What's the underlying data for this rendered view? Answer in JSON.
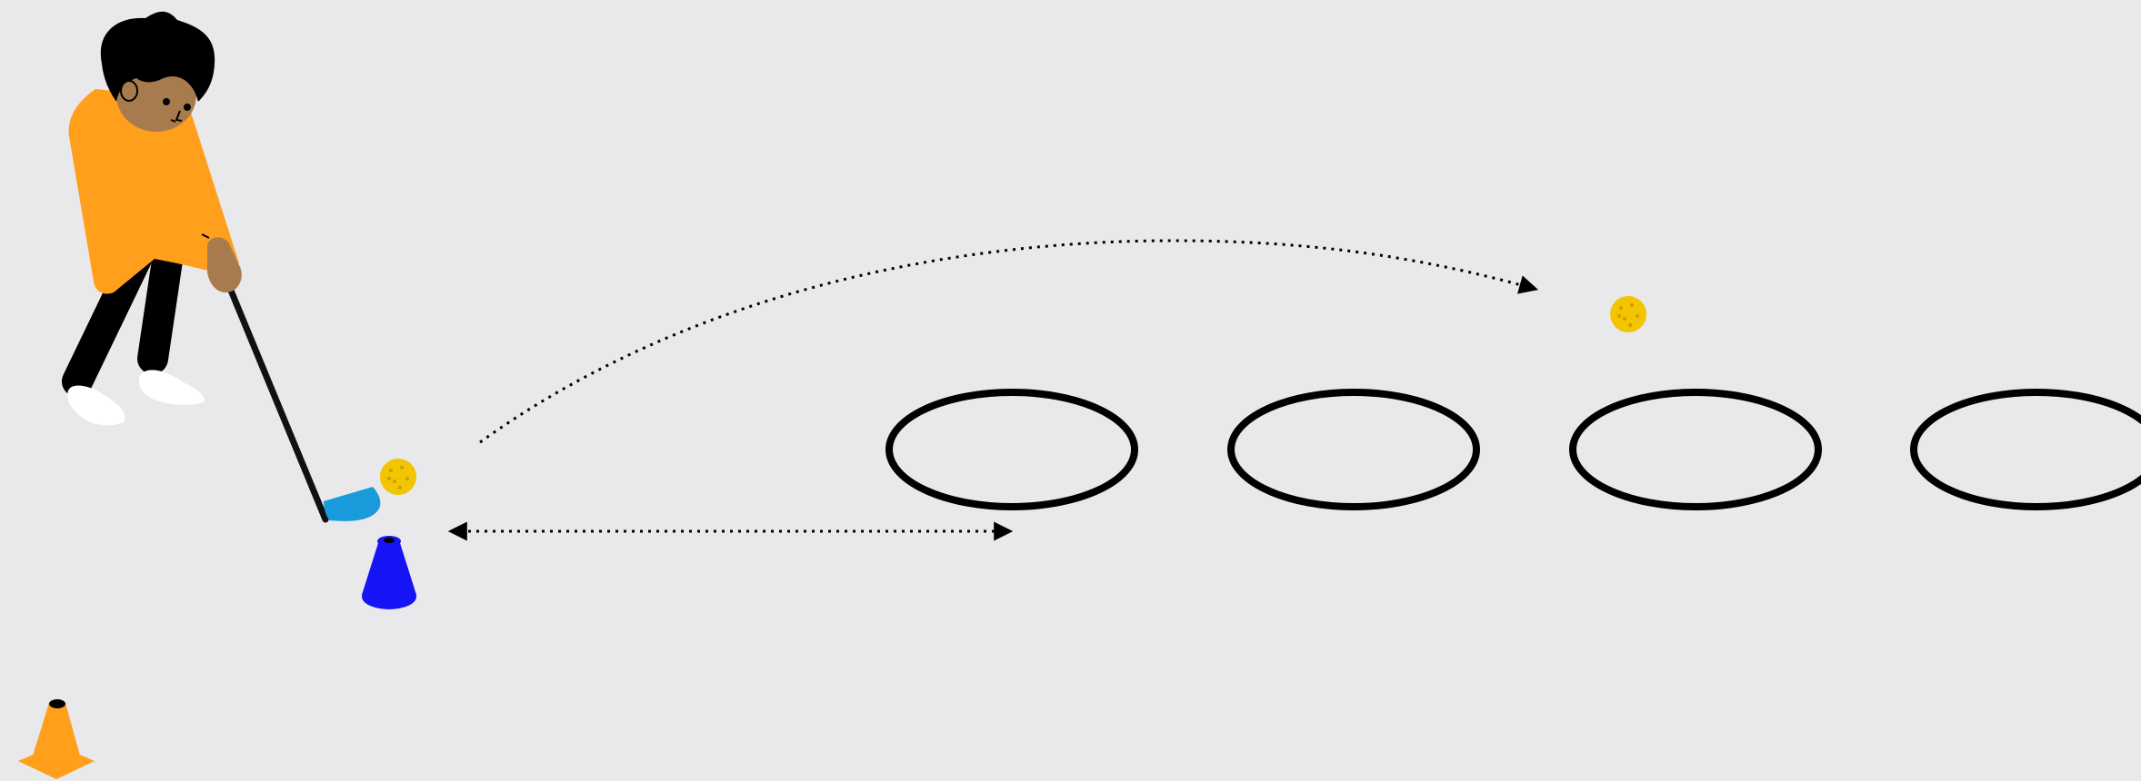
{
  "scene": {
    "background": "#e9e9eb",
    "colors": {
      "shirt": "#ff9f1c",
      "skin": "#a87b4f",
      "hair": "#000000",
      "pants": "#000000",
      "shoes": "#ffffff",
      "club_shaft": "#111111",
      "club_head": "#1a9bdc",
      "ball": "#f3c400",
      "ball_dimple": "#d49a00",
      "target_cone": "#1414f5",
      "marker_cone": "#ff9f1c",
      "hoop": "#000000",
      "arrow": "#000000"
    },
    "elements": {
      "player": "golfer-figure",
      "club": "golf-club",
      "balls": [
        "ball-start",
        "ball-landed"
      ],
      "cones": [
        "blue-target-cone",
        "orange-marker-cone"
      ],
      "hoop_count": 4,
      "arrows": [
        "chip-trajectory-arrow",
        "distance-arrow"
      ]
    }
  }
}
